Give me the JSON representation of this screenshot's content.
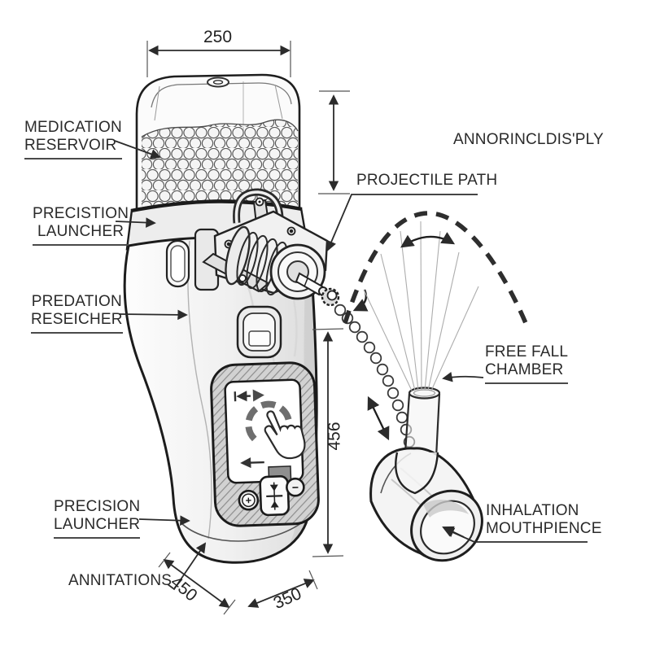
{
  "labels": {
    "medication_reservoir": "MEDICATION\nRESERVOIR",
    "precision_launcher_top": "PRECISTION\nLAUNCHER",
    "predation_reseicher": "PREDATION\nRESEICHER",
    "precision_launcher_bottom": "PRECISION\nLAUNCHER",
    "annitations": "ANNITATIONS",
    "annor_display": "ANNORINCLDIS'PLY",
    "projectile_path": "PROJECTILE PATH",
    "free_fall_chamber": "FREE FALL\nCHAMBER",
    "inhalation_mouthpiece": "INHALATION\nMOUTHPIENCE"
  },
  "dimensions": {
    "top_width": "250",
    "body_height": "456",
    "base_depth": "450",
    "base_width": "350"
  },
  "screen_controls": {
    "increase": "+",
    "decrease": "−"
  },
  "style": {
    "ink": "#2b2b2b",
    "shade_gray": "#cfcfcf",
    "paper": "#ffffff"
  }
}
